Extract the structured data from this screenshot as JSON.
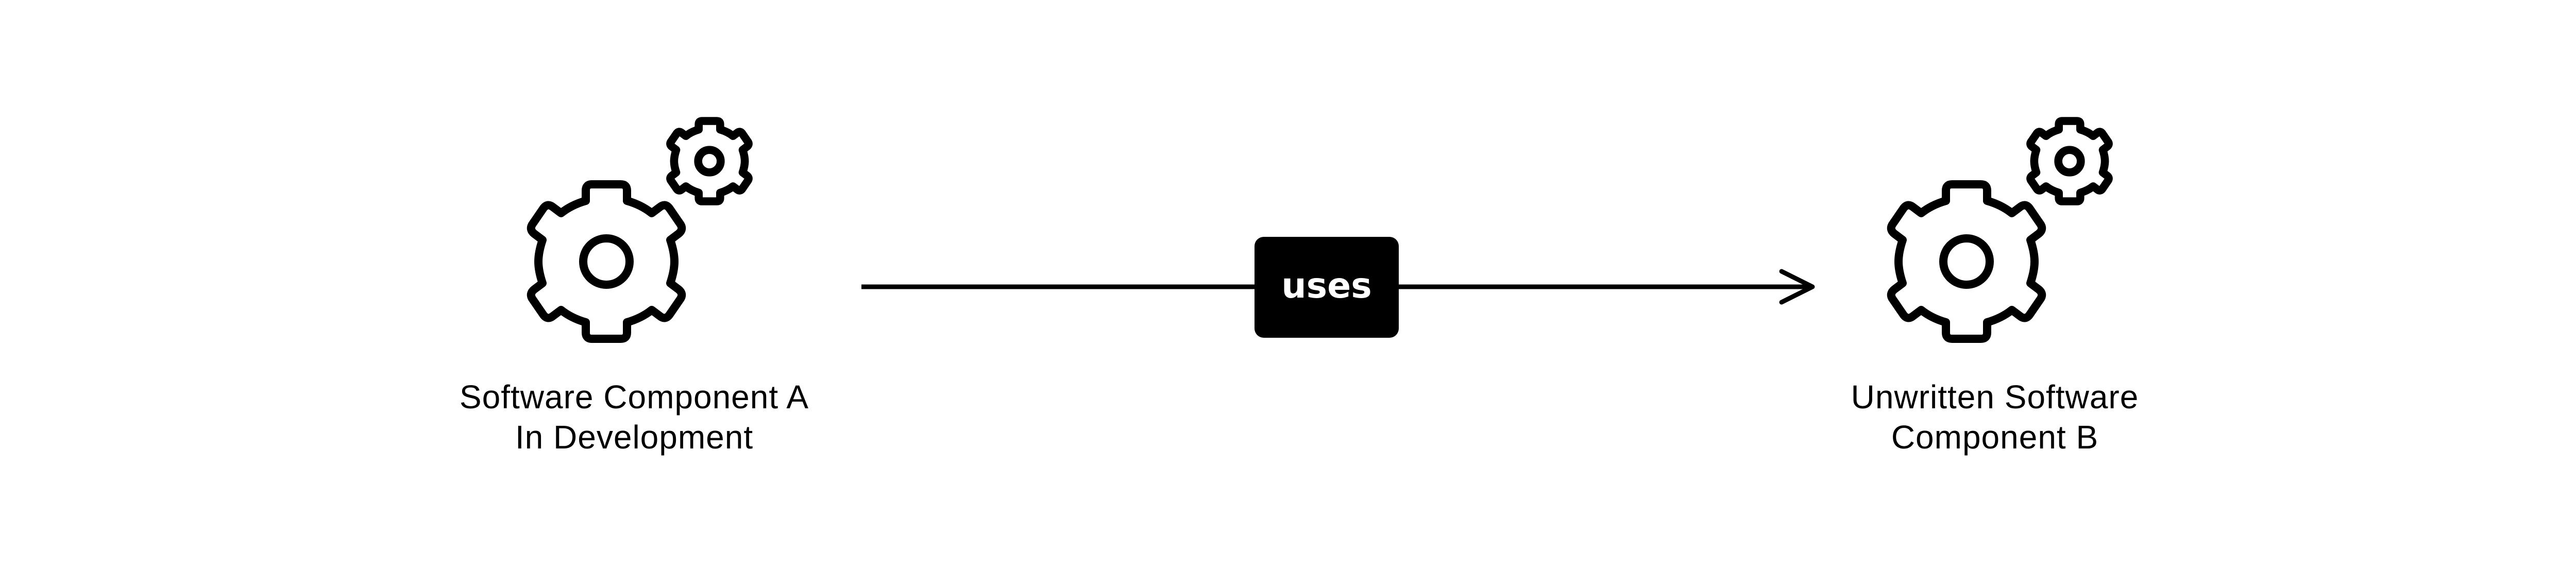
{
  "diagram": {
    "nodes": [
      {
        "id": "a",
        "label_line1": "Software Component A",
        "label_line2": "In Development",
        "icon": "gears-icon"
      },
      {
        "id": "b",
        "label_line1": "Unwritten Software",
        "label_line2": "Component B",
        "icon": "gears-icon"
      }
    ],
    "edge": {
      "from": "a",
      "to": "b",
      "label": "uses"
    }
  },
  "colors": {
    "stroke": "#000000",
    "badge_background": "#000000",
    "badge_text": "#ffffff",
    "background": "#ffffff"
  }
}
